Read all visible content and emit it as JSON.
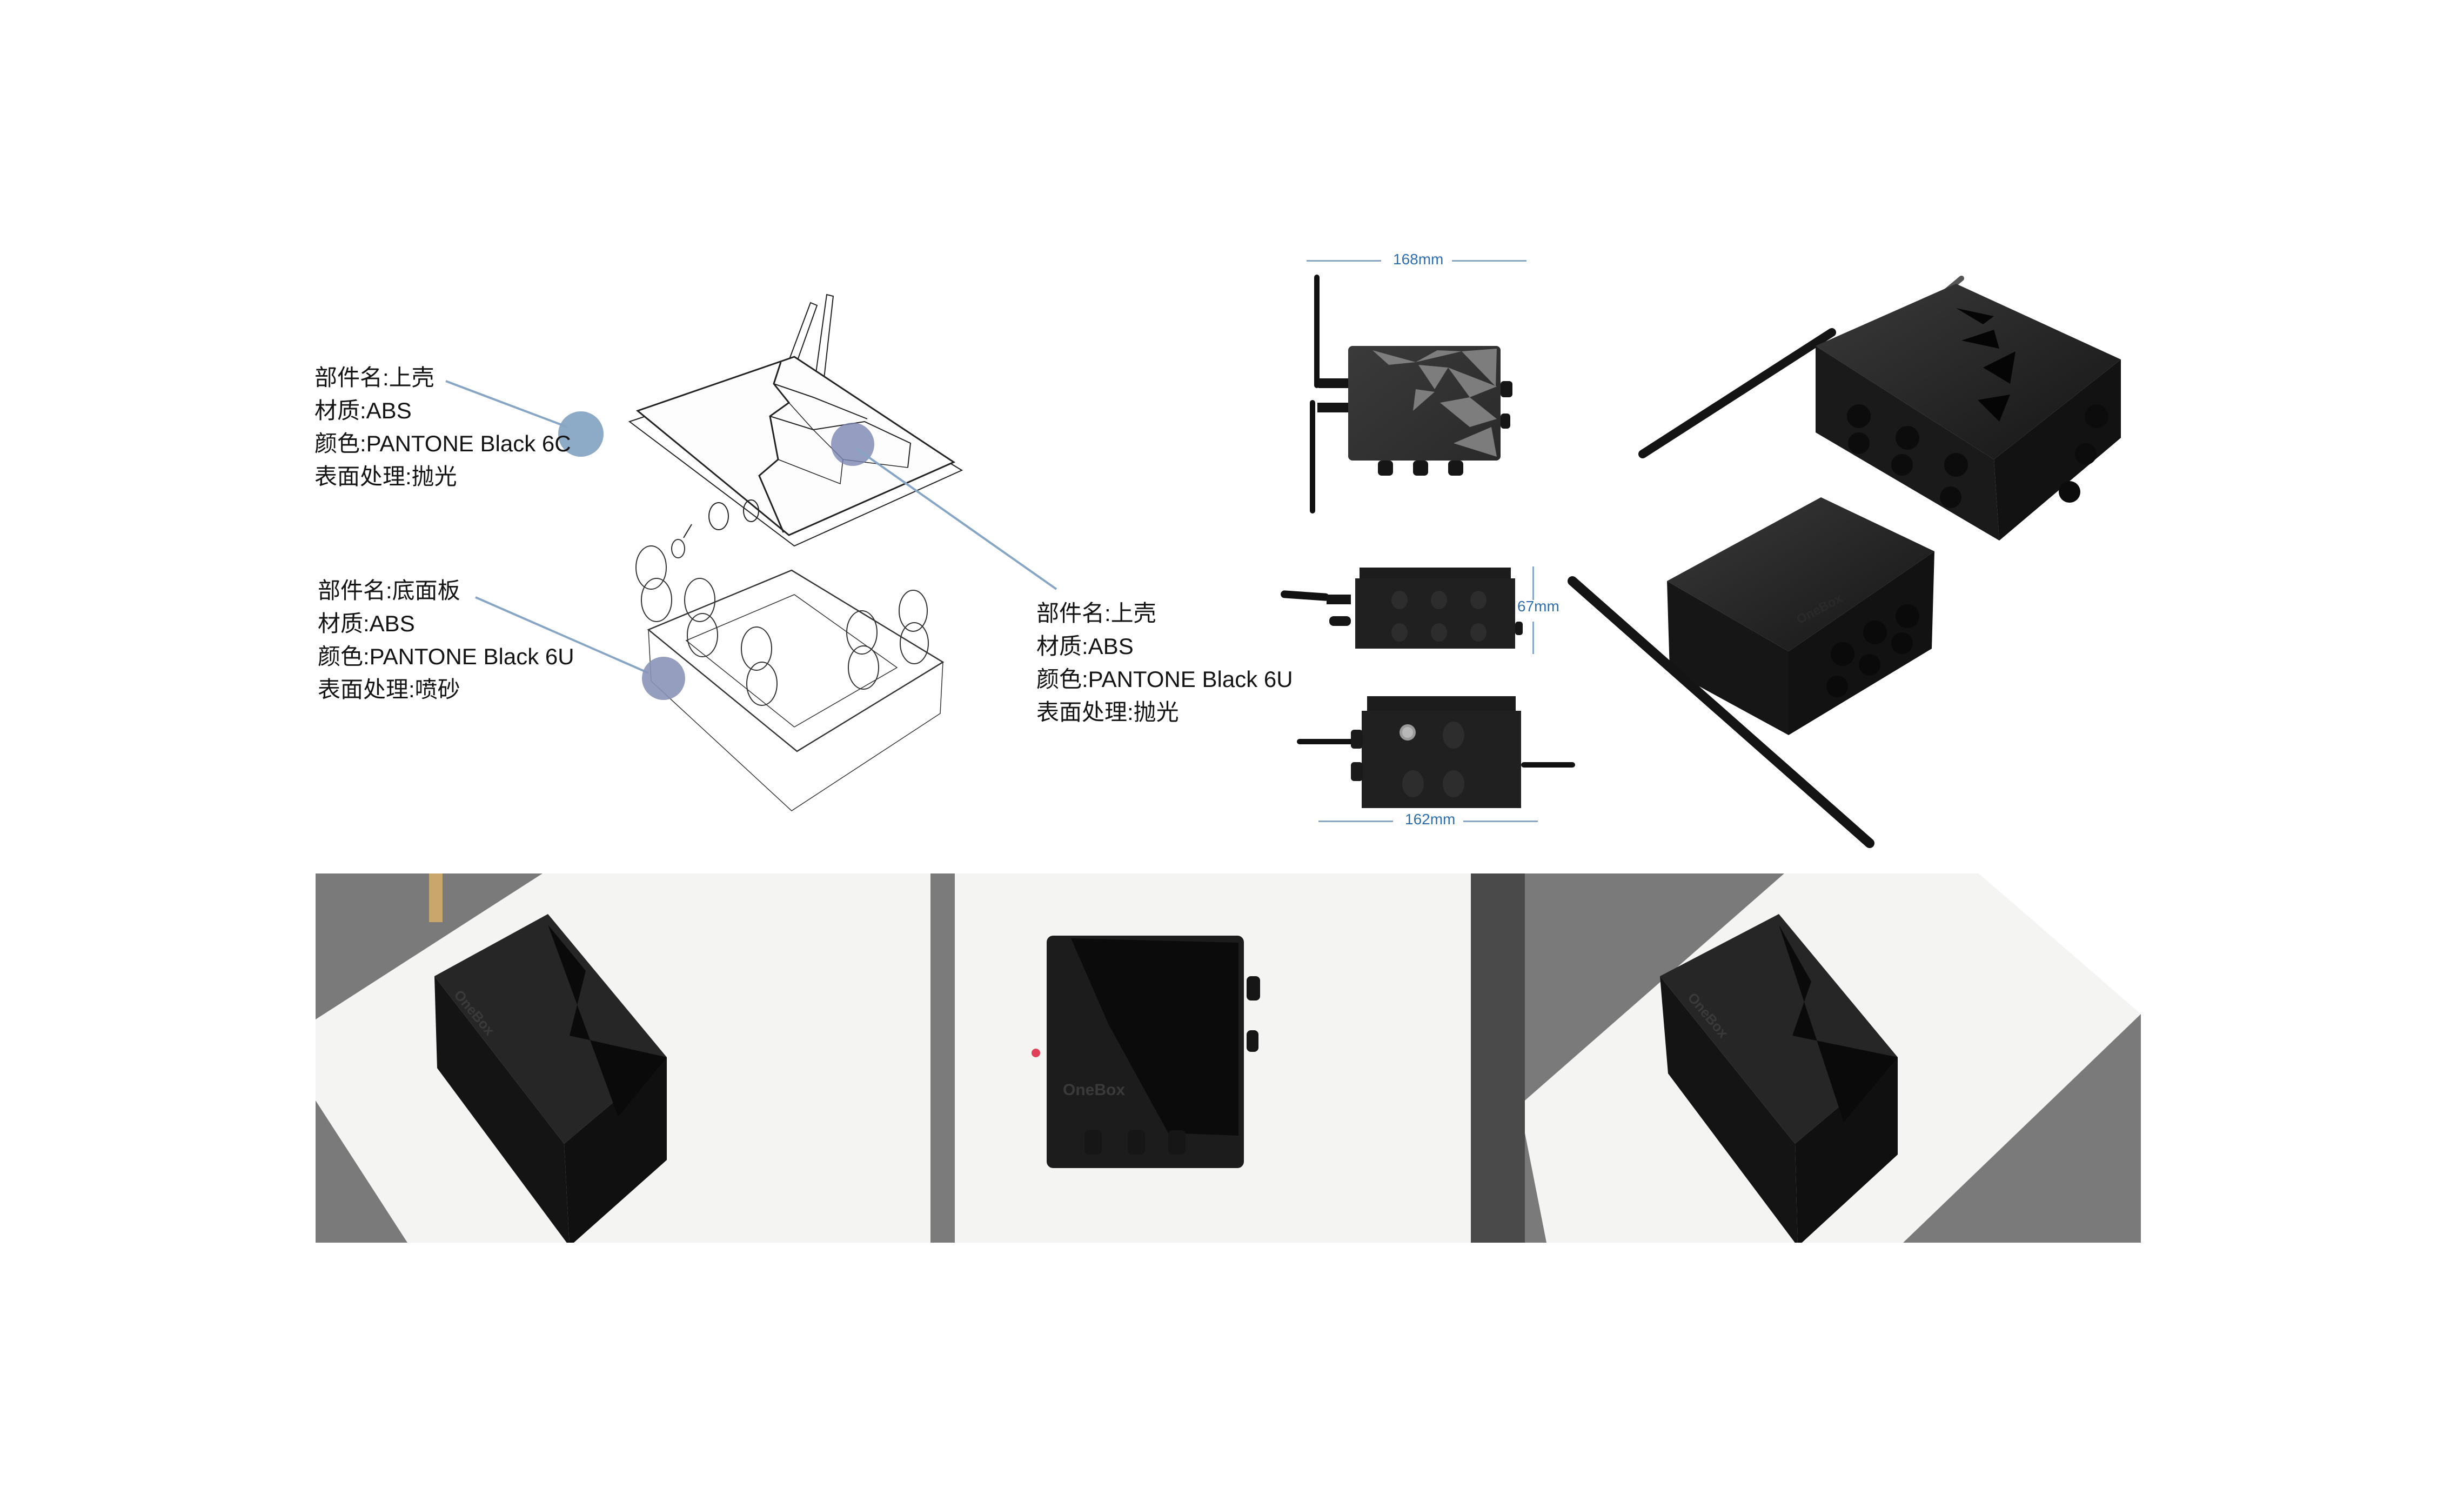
{
  "callouts": [
    {
      "part_label": "部件名:上壳",
      "material_label": "材质:ABS",
      "color_label": "颜色:PANTONE Black 6C",
      "finish_label": "表面处理:抛光"
    },
    {
      "part_label": "部件名:底面板",
      "material_label": "材质:ABS",
      "color_label": "颜色:PANTONE Black 6U",
      "finish_label": "表面处理:喷砂"
    },
    {
      "part_label": "部件名:上壳",
      "material_label": "材质:ABS",
      "color_label": "颜色:PANTONE Black 6U",
      "finish_label": "表面处理:抛光"
    }
  ],
  "dimensions": {
    "top_width": "168mm",
    "side_height": "67mm",
    "bottom_width": "162mm"
  },
  "brand": {
    "logo_text": "OneBox"
  },
  "colors": {
    "callout_blue": "#87a5c4",
    "callout_purple": "#8a93b8",
    "dimension_text": "#2f6fad",
    "dimension_line": "#8aa6c6",
    "product_black": "#1e1e1e"
  }
}
